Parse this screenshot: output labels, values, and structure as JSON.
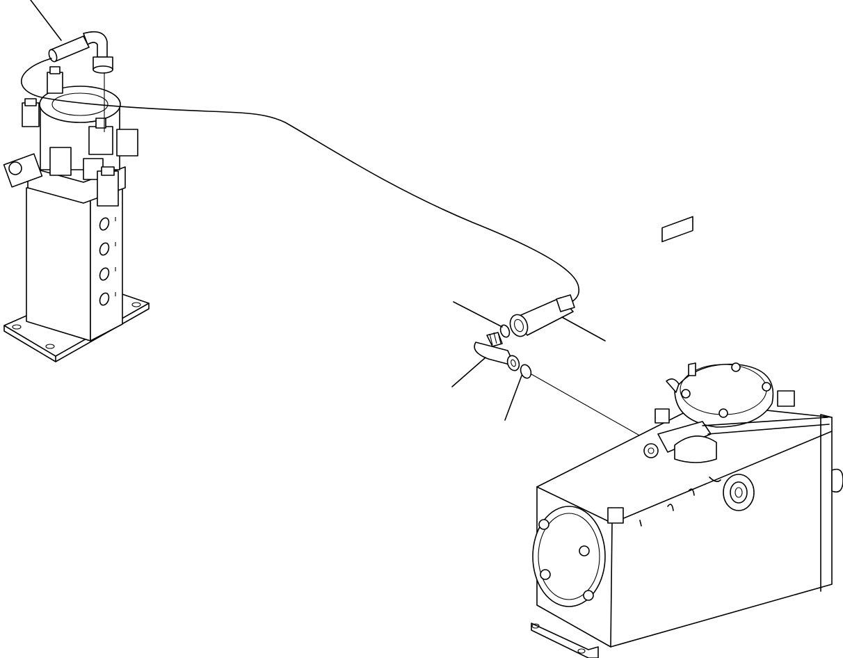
{
  "diagram": {
    "components": {
      "left_assembly": "valve-block-assembly",
      "right_assembly": "hydraulic-tank",
      "line": "hose-line",
      "parts": [
        "hose-end-fitting-top",
        "hose-end-fitting-bottom",
        "elbow-fitting",
        "o-ring-upper",
        "o-ring-lower"
      ]
    },
    "colors": {
      "stroke": "#000000",
      "background": "#ffffff"
    }
  }
}
